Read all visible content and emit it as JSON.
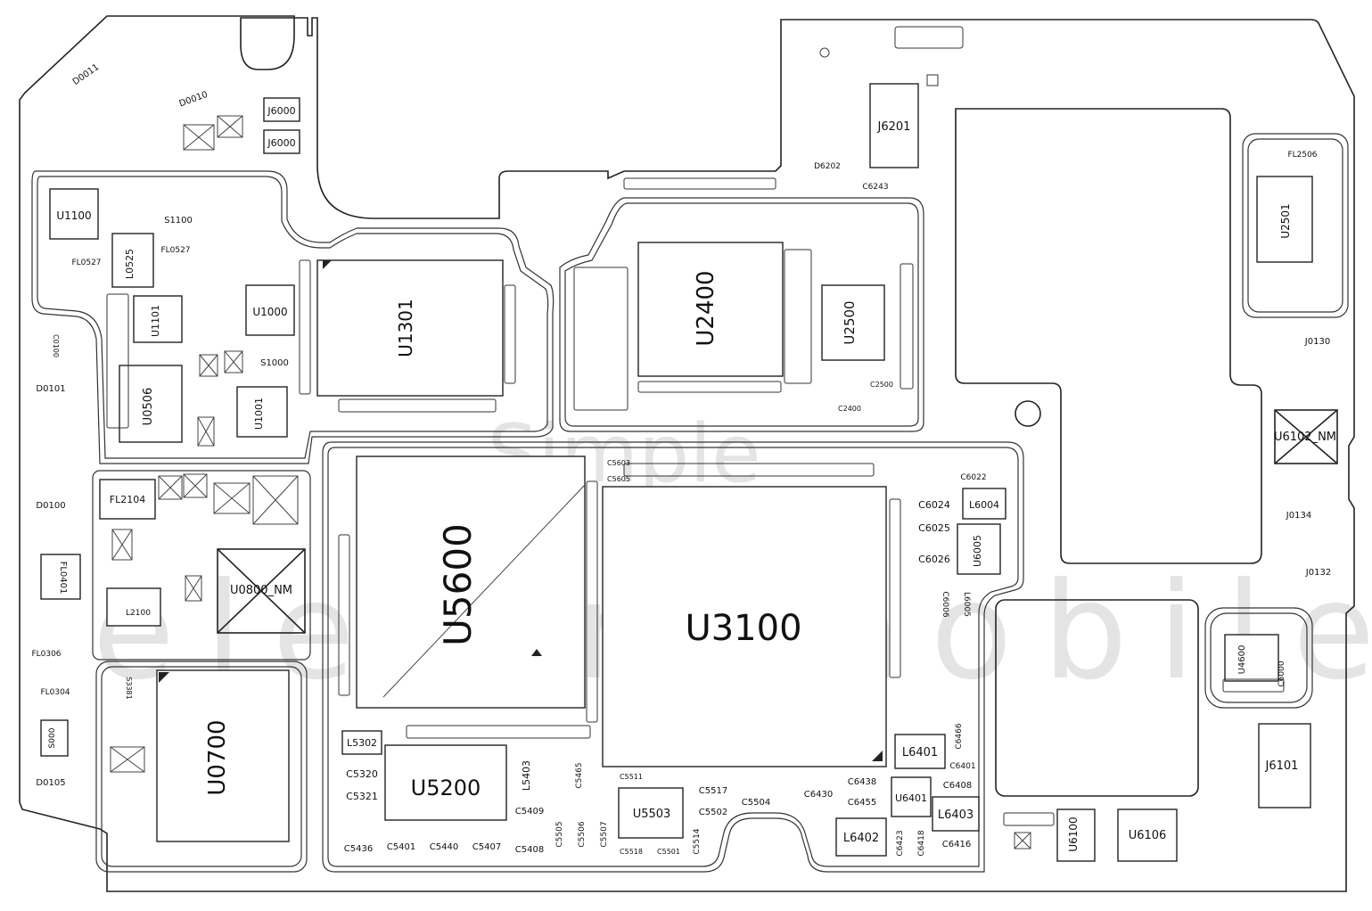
{
  "watermark": {
    "line1": "Simple",
    "line2": "elektromobile"
  },
  "components": {
    "u1100": "U1100",
    "u1101": "U1101",
    "u1000": "U1000",
    "u1001": "U1001",
    "s1100": "S1100",
    "s1000": "S1000",
    "fl0527a": "FL0527",
    "fl0527b": "FL0527",
    "l0525": "L0525",
    "u0506": "U0506",
    "u1301": "U1301",
    "j6000a": "J6000",
    "j6000b": "J6000",
    "j6201": "J6201",
    "c6243": "C6243",
    "u2400": "U2400",
    "u2500": "U2500",
    "c2500": "C2500",
    "c2400": "C2400",
    "u2501": "U2501",
    "fl2506": "FL2506",
    "j0130": "J0130",
    "u6102": "U6102_NM",
    "j0134": "J0134",
    "j0132": "J0132",
    "d0101": "D0101",
    "d0100": "D0100",
    "fl2104": "FL2104",
    "fl0401": "FL0401",
    "l2100": "L2100",
    "u0800": "U0800_NM",
    "fl0306": "FL0306",
    "fl0304": "FL0304",
    "d0105": "D0105",
    "u0700": "U0700",
    "s3381": "S3381",
    "s000": "S000",
    "u5600": "U5600",
    "u3100": "U3100",
    "c5603": "C5603",
    "c5605": "C5605",
    "c6022": "C6022",
    "c6024": "C6024",
    "l6004": "L6004",
    "c6025": "C6025",
    "u6005": "U6005",
    "c6026": "C6026",
    "c6006": "C6006",
    "l6005": "L6005",
    "l5302": "L5302",
    "c5320": "C5320",
    "c5321": "C5321",
    "u5200": "U5200",
    "l5403": "L5403",
    "c5409": "C5409",
    "u5503": "U5503",
    "c5517": "C5517",
    "c5502": "C5502",
    "c5504": "C5504",
    "c6430": "C6430",
    "c6438": "C6438",
    "c6455": "C6455",
    "u6401": "U6401",
    "l6401": "L6401",
    "c6466": "C6466",
    "c6401": "C6401",
    "c6408": "C6408",
    "l6403": "L6403",
    "l6402": "L6402",
    "c6423": "C6423",
    "c6418": "C6418",
    "c6416": "C6416",
    "c5436": "C5436",
    "c5401": "C5401",
    "c5440": "C5440",
    "c5407": "C5407",
    "c5408": "C5408",
    "c5505": "C5505",
    "c5506": "C5506",
    "c5507": "C5507",
    "c5514": "C5514",
    "c5518": "C5518",
    "c5501": "C5501",
    "c5511": "C5511",
    "c5465": "C5465",
    "u4600": "U4600",
    "j6101": "J6101",
    "u6100": "U6100",
    "u6106": "U6106",
    "d0011": "D0011",
    "d0010": "D0010",
    "c0100": "C0100",
    "d6202": "D6202",
    "c6000": "C6000"
  }
}
